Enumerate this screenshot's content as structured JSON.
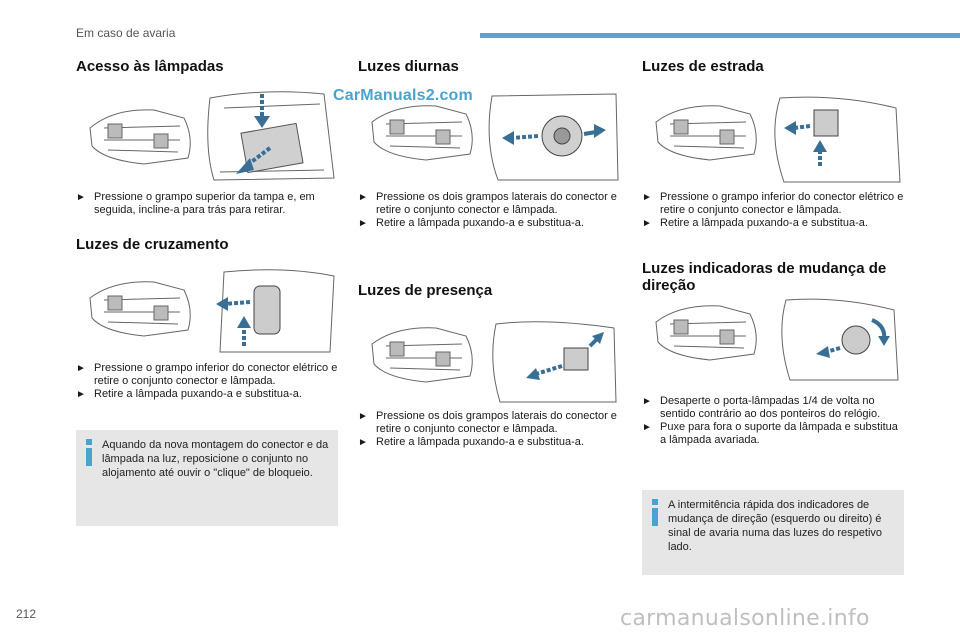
{
  "header": {
    "section_title": "Em caso de avaria"
  },
  "watermark_top": "CarManuals2.com",
  "watermark_bottom": "carmanualsonline.info",
  "page_number": "212",
  "bullet_glyph": "",
  "colors": {
    "accent": "#5aa6c9",
    "info": "#4aa3cf",
    "note_bg": "#e6e6e6"
  },
  "sections": {
    "acesso": {
      "title": "Acesso às lâmpadas",
      "bullets": [
        "Pressione o grampo superior da tampa e, em seguida, incline-a para trás para retirar."
      ]
    },
    "cruzamento": {
      "title": "Luzes de cruzamento",
      "bullets": [
        "Pressione o grampo inferior do conector elétrico e retire o conjunto conector e lâmpada.",
        "Retire a lâmpada puxando-a e substitua-a."
      ],
      "note": "Aquando da nova montagem do conector e da lâmpada na luz, reposicione o conjunto no alojamento até ouvir o \"clique\" de bloqueio."
    },
    "diurnas": {
      "title": "Luzes diurnas",
      "bullets": [
        "Pressione os dois grampos laterais do conector e retire o conjunto conector e lâmpada.",
        "Retire a lâmpada puxando-a e substitua-a."
      ]
    },
    "presenca": {
      "title": "Luzes de presença",
      "bullets": [
        "Pressione os dois grampos laterais do conector e retire o conjunto conector e lâmpada.",
        "Retire a lâmpada puxando-a e substitua-a."
      ]
    },
    "estrada": {
      "title": "Luzes de estrada",
      "bullets": [
        "Pressione o grampo inferior do conector elétrico e retire o conjunto conector e lâmpada.",
        "Retire a lâmpada puxando-a e substitua-a."
      ]
    },
    "indicadoras": {
      "title": "Luzes indicadoras de mudança de direção",
      "bullets": [
        "Desaperte o porta-lâmpadas 1/4 de volta no sentido contrário ao dos ponteiros do relógio.",
        "Puxe para fora o suporte da lâmpada e substitua a lâmpada avariada."
      ],
      "note": "A intermitência rápida dos indicadores de mudança de direção (esquerdo ou direito) é sinal de avaria numa das luzes do respetivo lado."
    }
  }
}
